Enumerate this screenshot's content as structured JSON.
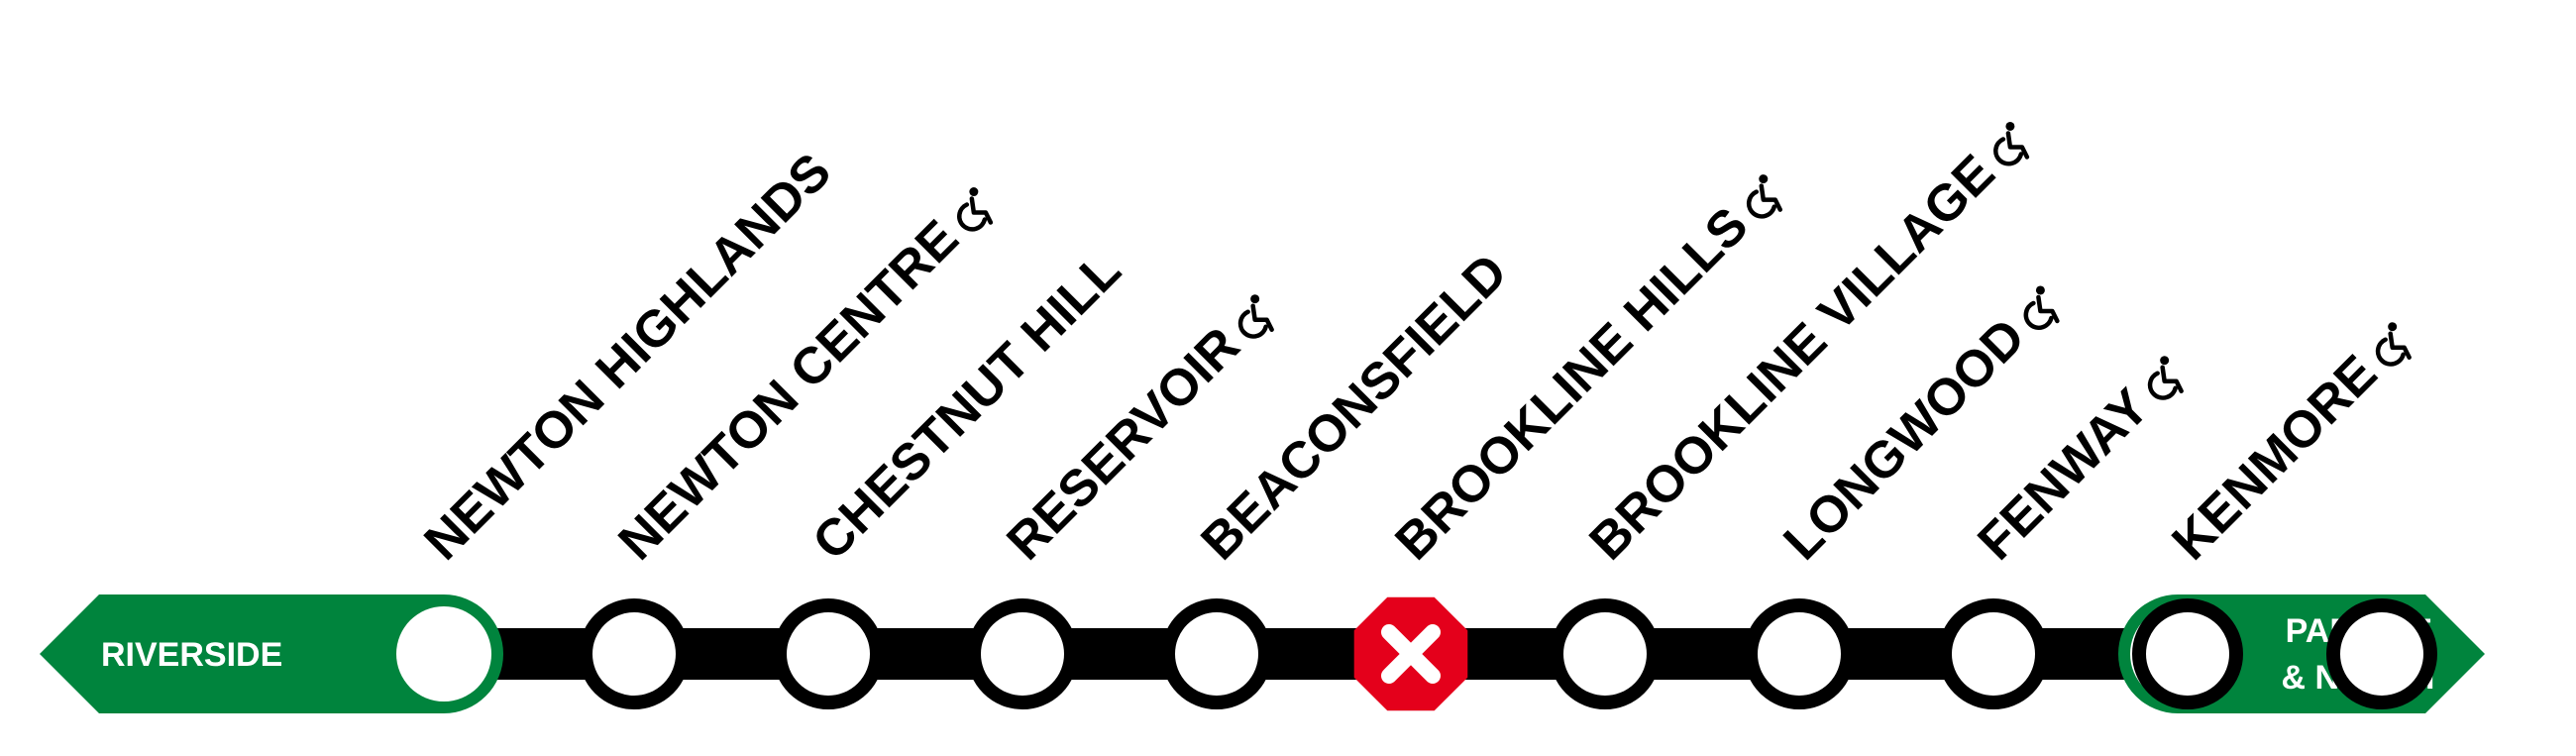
{
  "line_color": "#00843D",
  "closed_color": "#E4001B",
  "termini": {
    "west": {
      "label": "RIVERSIDE"
    },
    "east": {
      "label_line1": "PARK ST",
      "label_line2": "& NORTH"
    }
  },
  "stations": [
    {
      "name": "NEWTON HIGHLANDS",
      "accessible": false,
      "closed": false
    },
    {
      "name": "NEWTON CENTRE",
      "accessible": true,
      "closed": false
    },
    {
      "name": "CHESTNUT HILL",
      "accessible": false,
      "closed": false
    },
    {
      "name": "RESERVOIR",
      "accessible": true,
      "closed": false
    },
    {
      "name": "BEACONSFIELD",
      "accessible": false,
      "closed": true
    },
    {
      "name": "BROOKLINE HILLS",
      "accessible": true,
      "closed": false
    },
    {
      "name": "BROOKLINE VILLAGE",
      "accessible": true,
      "closed": false
    },
    {
      "name": "LONGWOOD",
      "accessible": true,
      "closed": false
    },
    {
      "name": "FENWAY",
      "accessible": true,
      "closed": false
    },
    {
      "name": "KENMORE",
      "accessible": true,
      "closed": false
    }
  ],
  "icons": {
    "accessible": "wheelchair-icon",
    "closed": "closed-x-icon"
  }
}
